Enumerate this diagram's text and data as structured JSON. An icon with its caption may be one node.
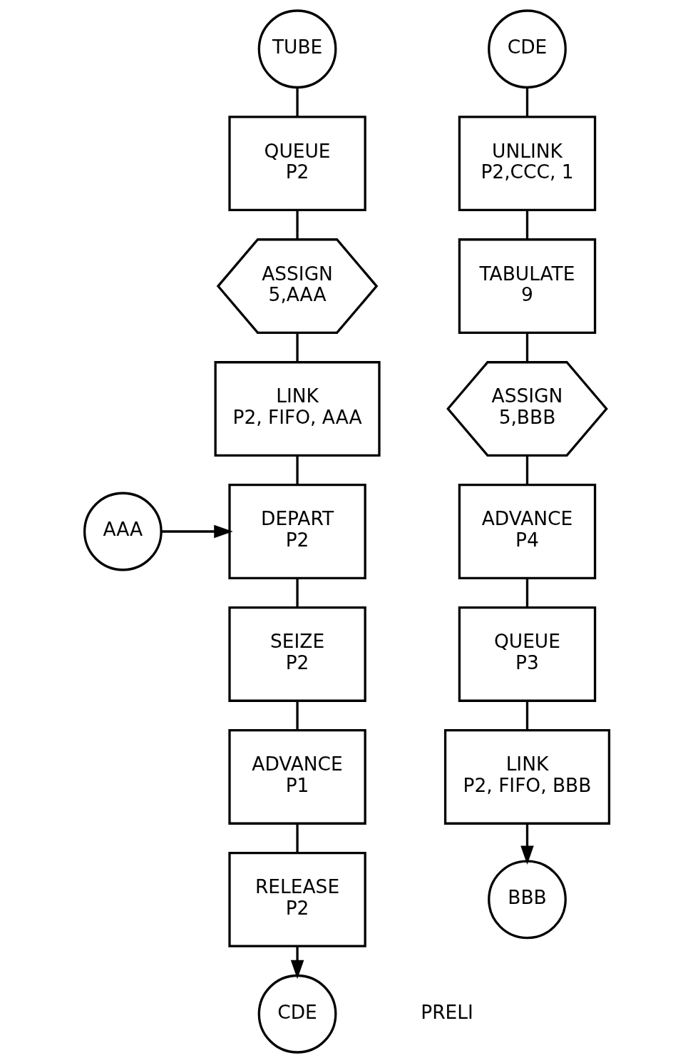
{
  "diagram": {
    "nodes": [
      {
        "text": [
          "TUBE"
        ]
      },
      {
        "text": [
          "QUEUE",
          "P2"
        ]
      },
      {
        "text": [
          "ASSIGN",
          "5,AAA"
        ]
      },
      {
        "text": [
          "LINK",
          "P2, FIFO, AAA"
        ]
      },
      {
        "text": [
          "AAA"
        ]
      },
      {
        "text": [
          "DEPART",
          "P2"
        ]
      },
      {
        "text": [
          "SEIZE",
          "P2"
        ]
      },
      {
        "text": [
          "ADVANCE",
          "P1"
        ]
      },
      {
        "text": [
          "RELEASE",
          "P2"
        ]
      },
      {
        "text": [
          "CDE"
        ]
      },
      {
        "text": [
          "CDE"
        ]
      },
      {
        "text": [
          "UNLINK",
          "P2,CCC, 1"
        ]
      },
      {
        "text": [
          "TABULATE",
          "9"
        ]
      },
      {
        "text": [
          "ASSIGN",
          "5,BBB"
        ]
      },
      {
        "text": [
          "ADVANCE",
          "P4"
        ]
      },
      {
        "text": [
          "QUEUE",
          "P3"
        ]
      },
      {
        "text": [
          "LINK",
          "P2, FIFO, BBB"
        ]
      },
      {
        "text": [
          "BBB"
        ]
      }
    ],
    "edges": [
      {
        "from": 0,
        "to": 1,
        "arrow": "none"
      },
      {
        "from": 1,
        "to": 2,
        "arrow": "none"
      },
      {
        "from": 2,
        "to": 3,
        "arrow": "none"
      },
      {
        "from": 3,
        "to": 5,
        "arrow": "none"
      },
      {
        "from": 4,
        "to": 5,
        "arrow": "to"
      },
      {
        "from": 5,
        "to": 6,
        "arrow": "none"
      },
      {
        "from": 6,
        "to": 7,
        "arrow": "none"
      },
      {
        "from": 7,
        "to": 8,
        "arrow": "none"
      },
      {
        "from": 8,
        "to": 9,
        "arrow": "to"
      },
      {
        "from": 10,
        "to": 11,
        "arrow": "none"
      },
      {
        "from": 11,
        "to": 12,
        "arrow": "none"
      },
      {
        "from": 12,
        "to": 13,
        "arrow": "none"
      },
      {
        "from": 13,
        "to": 14,
        "arrow": "none"
      },
      {
        "from": 14,
        "to": 15,
        "arrow": "none"
      },
      {
        "from": 15,
        "to": 16,
        "arrow": "none"
      },
      {
        "from": 16,
        "to": 17,
        "arrow": "to"
      }
    ],
    "labels": [
      "PRELI"
    ]
  }
}
